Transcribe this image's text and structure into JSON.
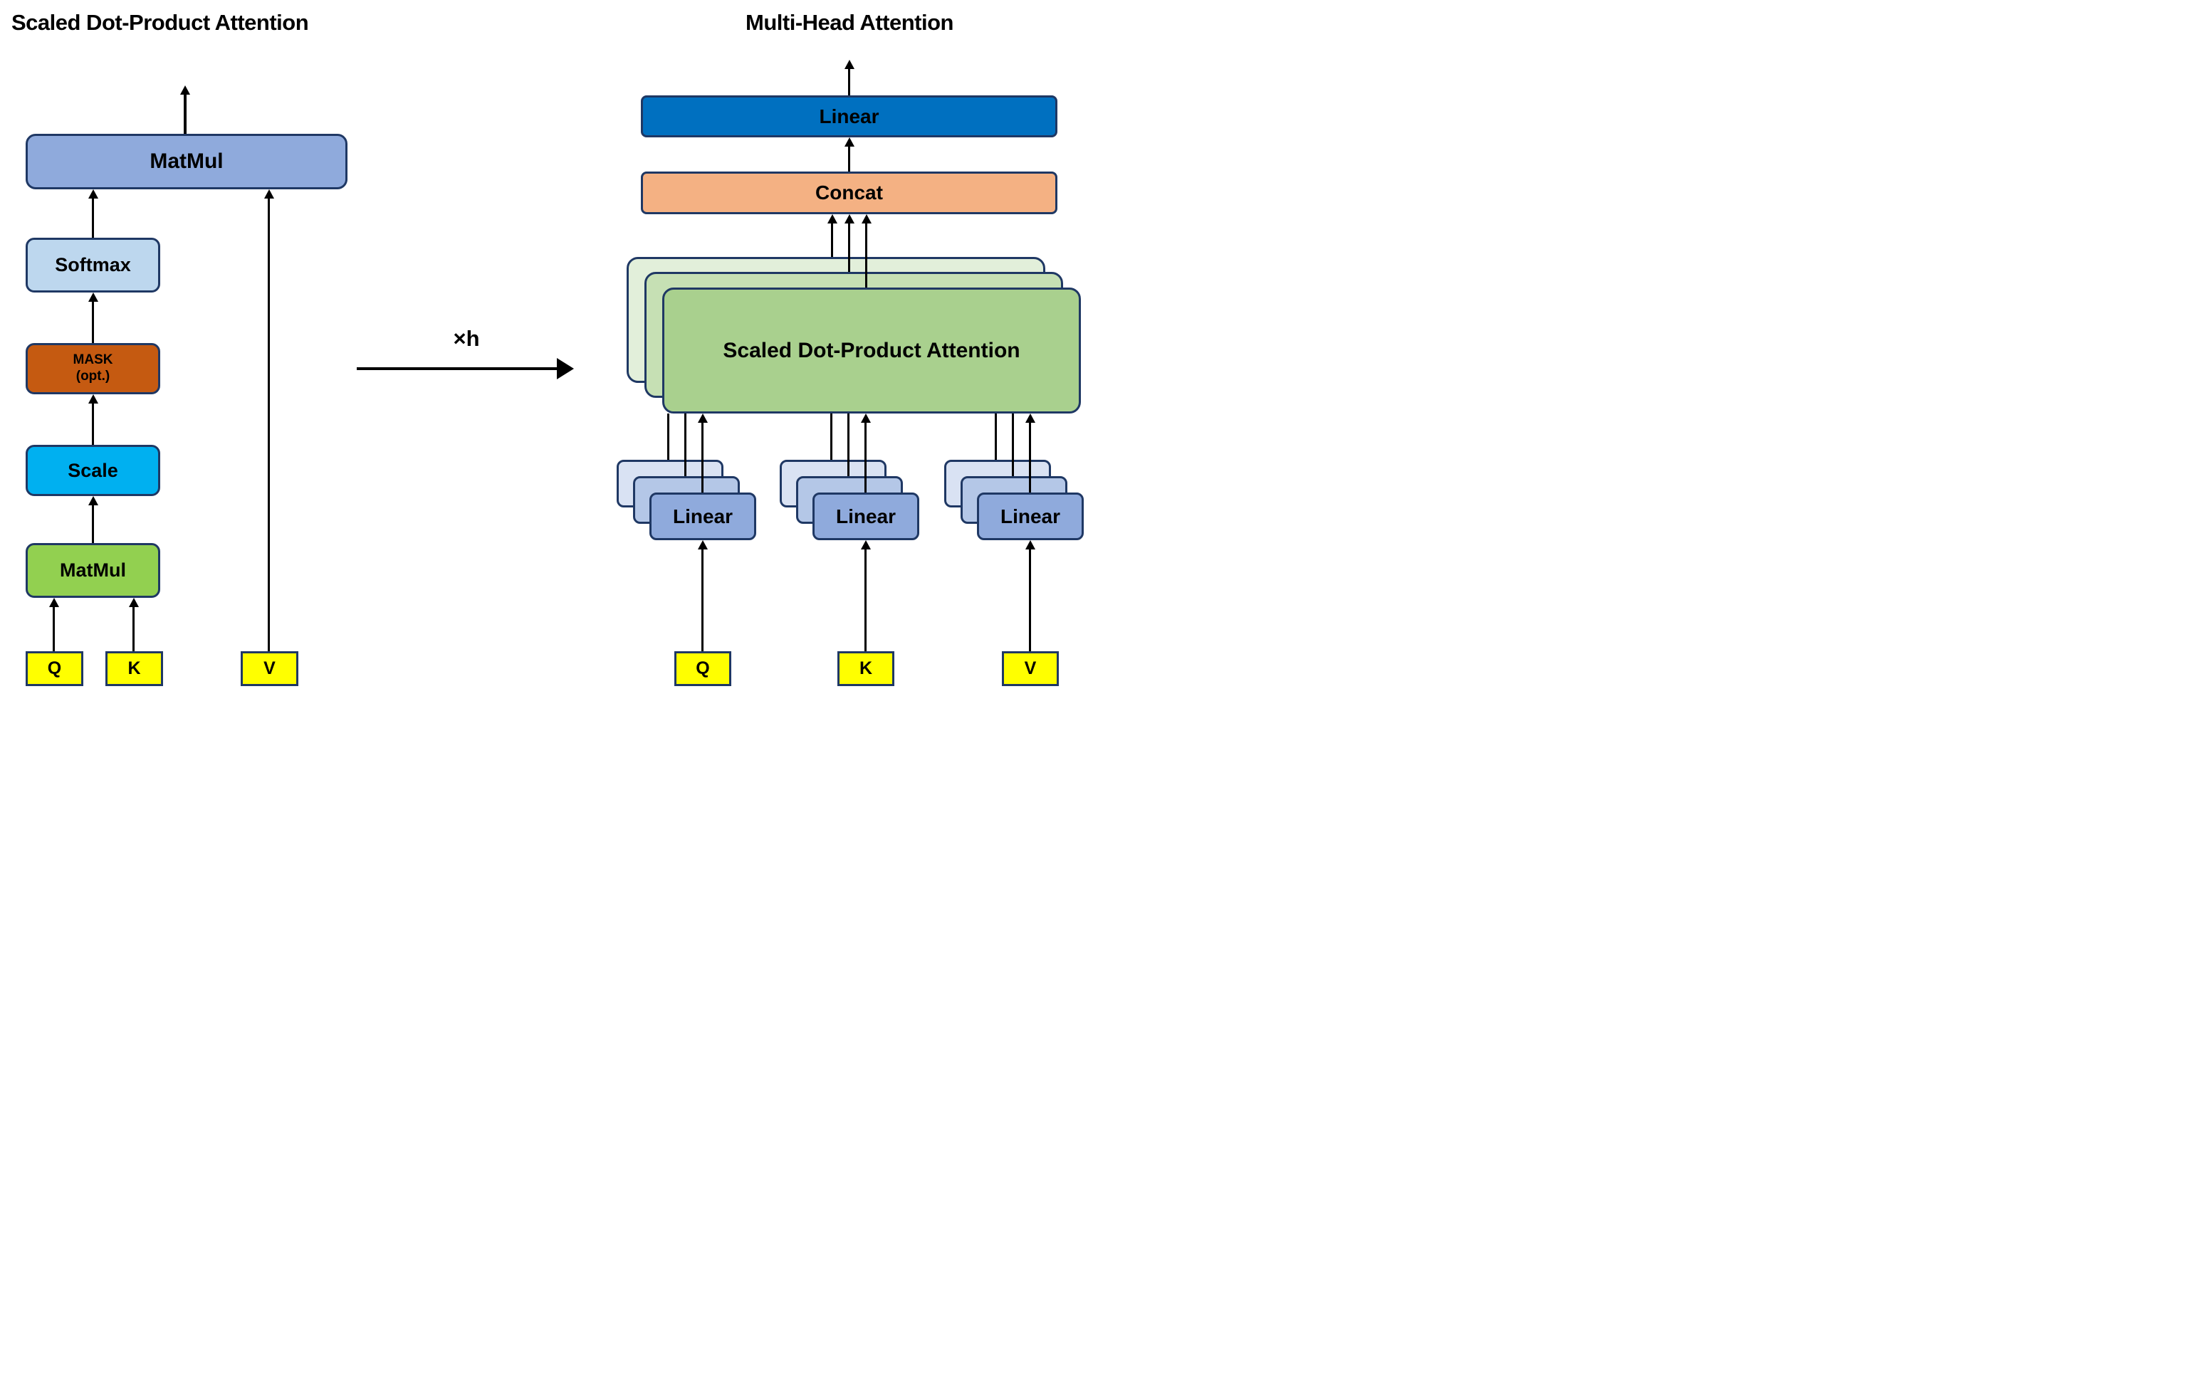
{
  "left": {
    "title": "Scaled Dot-Product Attention",
    "matmul_out": "MatMul",
    "softmax": "Softmax",
    "mask_top": "MASK",
    "mask_bottom": "(opt.)",
    "scale": "Scale",
    "matmul_in": "MatMul",
    "inputs": {
      "q": "Q",
      "k": "K",
      "v": "V"
    }
  },
  "middle": {
    "repeat_label": "×h"
  },
  "right": {
    "title": "Multi-Head Attention",
    "linear_out": "Linear",
    "concat": "Concat",
    "attention": "Scaled Dot-Product Attention",
    "linear_q": "Linear",
    "linear_k": "Linear",
    "linear_v": "Linear",
    "inputs": {
      "q": "Q",
      "k": "K",
      "v": "V"
    }
  },
  "colors": {
    "border": "#1F3864",
    "arrow": "#000000",
    "matmul_output_box": "#8FAADC",
    "softmax_box": "#BDD7EE",
    "mask_box": "#C55A11",
    "scale_box": "#00B0F0",
    "matmul_input_box": "#92D050",
    "qkv_box": "#FFFF00",
    "linear_output_box": "#0070C0",
    "concat_box": "#F4B183",
    "attention_stack_front": "#A9D08E",
    "attention_stack_middle": "#C6E0B4",
    "attention_stack_back": "#E2EFDA",
    "linear_stack_front": "#8FAADC",
    "linear_stack_middle": "#B4C7E7",
    "linear_stack_back": "#D9E2F3"
  }
}
